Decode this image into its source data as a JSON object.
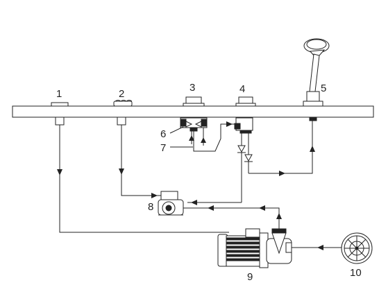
{
  "labels": {
    "n1": "1",
    "n2": "2",
    "n3": "3",
    "n4": "4",
    "n5": "5",
    "n6": "6",
    "n7": "7",
    "n8": "8",
    "n9": "9",
    "n10": "10"
  },
  "colors": {
    "line": "#222222",
    "background": "#ffffff"
  }
}
